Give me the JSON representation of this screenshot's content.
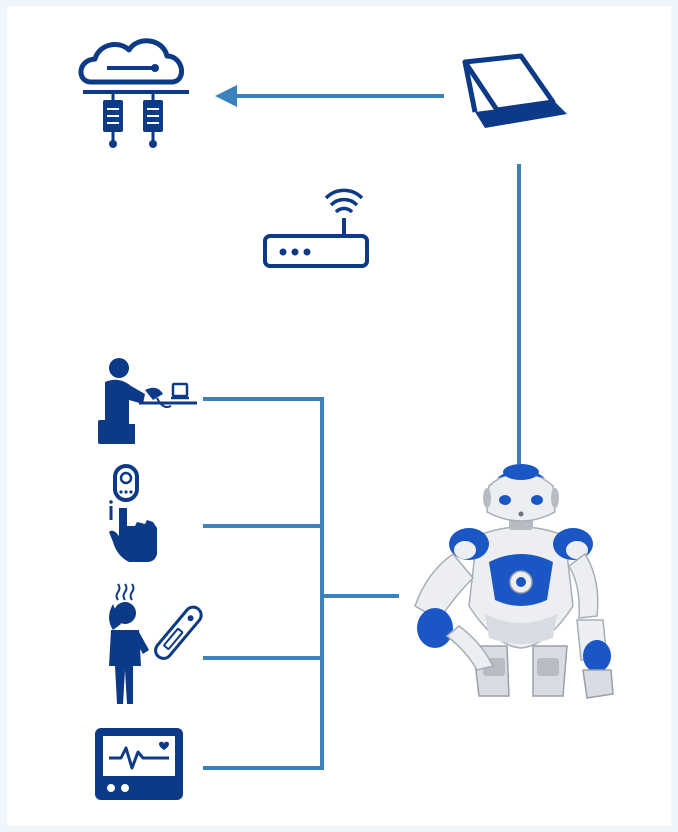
{
  "diagram": {
    "nodes": [
      {
        "id": "cloud",
        "icon": "cloud-server-icon"
      },
      {
        "id": "laptop",
        "icon": "laptop-icon"
      },
      {
        "id": "router",
        "icon": "wifi-router-icon"
      },
      {
        "id": "bp",
        "icon": "blood-pressure-measurement-icon"
      },
      {
        "id": "pulse",
        "icon": "finger-pulse-oximeter-icon"
      },
      {
        "id": "temp",
        "icon": "sick-person-thermometer-icon"
      },
      {
        "id": "ecg",
        "icon": "ecg-monitor-icon"
      },
      {
        "id": "robot",
        "icon": "humanoid-robot-icon"
      }
    ],
    "edges": [
      {
        "from": "laptop",
        "to": "cloud",
        "arrow": true
      },
      {
        "from": "laptop",
        "to": "robot",
        "arrow": false
      },
      {
        "from": "bp",
        "to": "robot",
        "arrow": false
      },
      {
        "from": "pulse",
        "to": "robot",
        "arrow": false
      },
      {
        "from": "temp",
        "to": "robot",
        "arrow": false
      },
      {
        "from": "ecg",
        "to": "robot",
        "arrow": false
      }
    ]
  },
  "colors": {
    "icon": "#0d3a86",
    "line": "#3b82bd",
    "robot_blue": "#1a56c4",
    "robot_white": "#eceef2",
    "background": "#eef5fb"
  }
}
